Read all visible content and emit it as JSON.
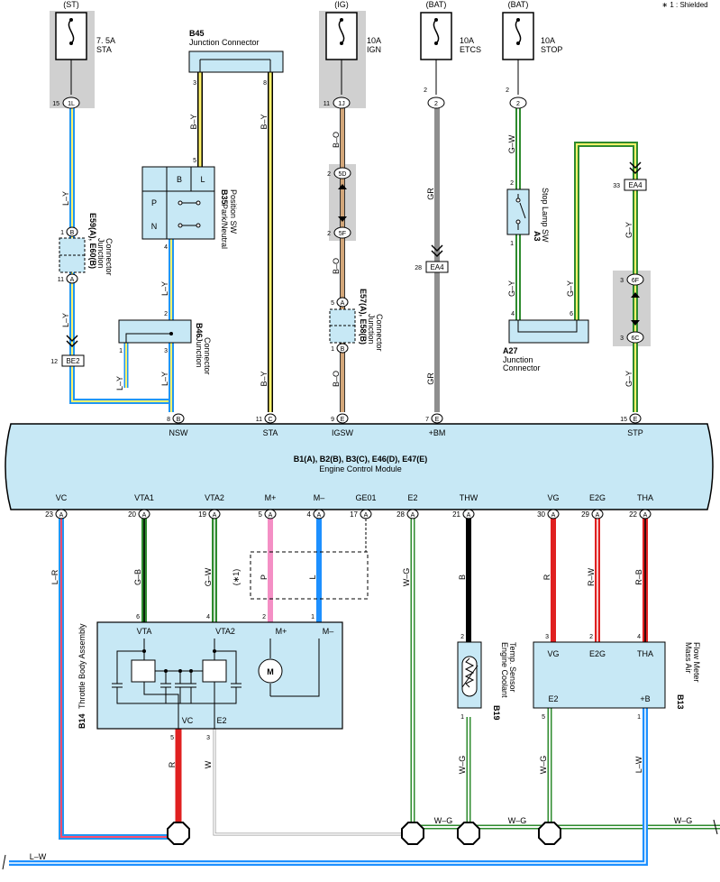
{
  "note": "∗ 1 : Shielded",
  "ecm": {
    "title": "B1(A), B2(B), B3(C), E46(D), E47(E)",
    "name": "Engine Control Module",
    "top_terms": [
      "NSW",
      "STA",
      "IGSW",
      "+BM",
      "STP"
    ],
    "top_pins": [
      "8",
      "11",
      "9",
      "7",
      "15"
    ],
    "top_letters": [
      "B",
      "C",
      "E",
      "E",
      "E"
    ],
    "bottom_terms": [
      "VC",
      "VTA1",
      "VTA2",
      "M+",
      "M–",
      "GE01",
      "E2",
      "THW",
      "VG",
      "E2G",
      "THA"
    ],
    "bottom_pins": [
      "23",
      "20",
      "19",
      "5",
      "4",
      "17",
      "28",
      "21",
      "30",
      "29",
      "22"
    ],
    "bottom_letter": "A"
  },
  "fuses": [
    {
      "source": "(ST)",
      "rating": "7. 5A",
      "name": "STA",
      "pin": "15",
      "conn": "1L"
    },
    {
      "source": "(IG)",
      "rating": "10A",
      "name": "IGN",
      "pin": "11",
      "conn": "1J"
    },
    {
      "source": "(BAT)",
      "rating": "10A",
      "name": "ETCS",
      "pin": "2",
      "conn": "2"
    },
    {
      "source": "(BAT)",
      "rating": "10A",
      "name": "STOP",
      "pin": "2",
      "conn": "2"
    }
  ],
  "components": {
    "b45": {
      "id": "B45",
      "name": "Junction Connector",
      "pin_left": "3",
      "pin_right": "8"
    },
    "b35": {
      "id": "B35",
      "name1": "Park/Neutral",
      "name2": "Position SW",
      "pin_top": "5",
      "pin_bottom": "4",
      "cells": [
        "B",
        "L",
        "P",
        "N"
      ]
    },
    "b46": {
      "id": "B46",
      "name1": "Junction",
      "name2": "Connector",
      "pins": [
        "2",
        "1",
        "3"
      ]
    },
    "e59": {
      "id": "E59(A), E60(B)",
      "name1": "Junction",
      "name2": "Connector",
      "pin_top": "1",
      "pin_top_letter": "B",
      "pin_bottom": "11",
      "pin_bottom_letter": "A"
    },
    "e57": {
      "id": "E57(A), E58(B)",
      "name1": "Junction",
      "name2": "Connector",
      "pin_top": "5",
      "pin_top_letter": "A",
      "pin_bottom": "1",
      "pin_bottom_letter": "B"
    },
    "a3": {
      "id": "A3",
      "name": "Stop Lamp SW",
      "pin_top": "2",
      "pin_bottom": "1"
    },
    "a27": {
      "id": "A27",
      "name1": "Junction",
      "name2": "Connector",
      "pin_left": "4",
      "pin_right": "6"
    },
    "b14": {
      "id": "B14",
      "name": "Throttle Body Assembly",
      "terms": [
        "VTA",
        "VTA2",
        "M+",
        "M–",
        "VC",
        "E2"
      ],
      "pins": [
        "6",
        "4",
        "2",
        "1",
        "5",
        "3"
      ],
      "motor": "M"
    },
    "b19": {
      "id": "B19",
      "name1": "Engine Coolant",
      "name2": "Temp. Sensor",
      "pin_top": "2",
      "pin_bottom": "1"
    },
    "b13": {
      "id": "B13",
      "name1": "Mass Air",
      "name2": "Flow Meter",
      "terms": [
        "VG",
        "E2G",
        "THA",
        "E2",
        "+B"
      ],
      "pins": [
        "3",
        "2",
        "4",
        "5",
        "1"
      ]
    }
  },
  "connectors": [
    {
      "pin": "12",
      "code": "BE2"
    },
    {
      "pin": "2",
      "code": "5D"
    },
    {
      "pin": "2",
      "code": "5F"
    },
    {
      "pin": "28",
      "code": "EA4"
    },
    {
      "pin": "33",
      "code": "EA4"
    },
    {
      "pin": "3",
      "code": "6F"
    },
    {
      "pin": "3",
      "code": "6C"
    }
  ],
  "shield_label": "(∗1)",
  "wires": {
    "ly": "L–Y",
    "by": "B–Y",
    "bo": "B–O",
    "gr": "GR",
    "gw": "G–W",
    "gy": "G–Y",
    "lr": "L–R",
    "gb": "G–B",
    "p": "P",
    "l": "L",
    "wg": "W–G",
    "b": "B",
    "r": "R",
    "rw": "R–W",
    "rb": "R–B",
    "w": "W",
    "lw": "L–W"
  }
}
